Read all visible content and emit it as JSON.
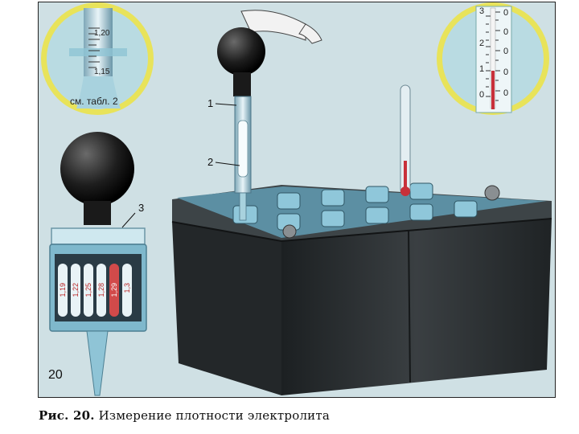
{
  "caption": {
    "prefix": "Рис. 20.",
    "text": "Измерение плотности электролита"
  },
  "figure_number": "20",
  "callouts": {
    "hydrometer": "1",
    "float": "2",
    "sensor_block": "3"
  },
  "inset_left": {
    "mark_upper": "1,20",
    "mark_lower": "1,15",
    "note": "см. табл. 2"
  },
  "inset_right": {
    "scale": [
      "3",
      "2",
      "1",
      "0"
    ],
    "scale_right": [
      "0",
      "0",
      "0",
      "0",
      "0"
    ]
  },
  "sensor_labels": [
    "1,19",
    "1,22",
    "1,25",
    "1,28",
    "1,29",
    "1,3"
  ],
  "colors": {
    "background": "#cfe0e4",
    "battery": "#2a2e30",
    "inset_ring": "#e8e35a",
    "liquid": "#9fcfe0"
  }
}
